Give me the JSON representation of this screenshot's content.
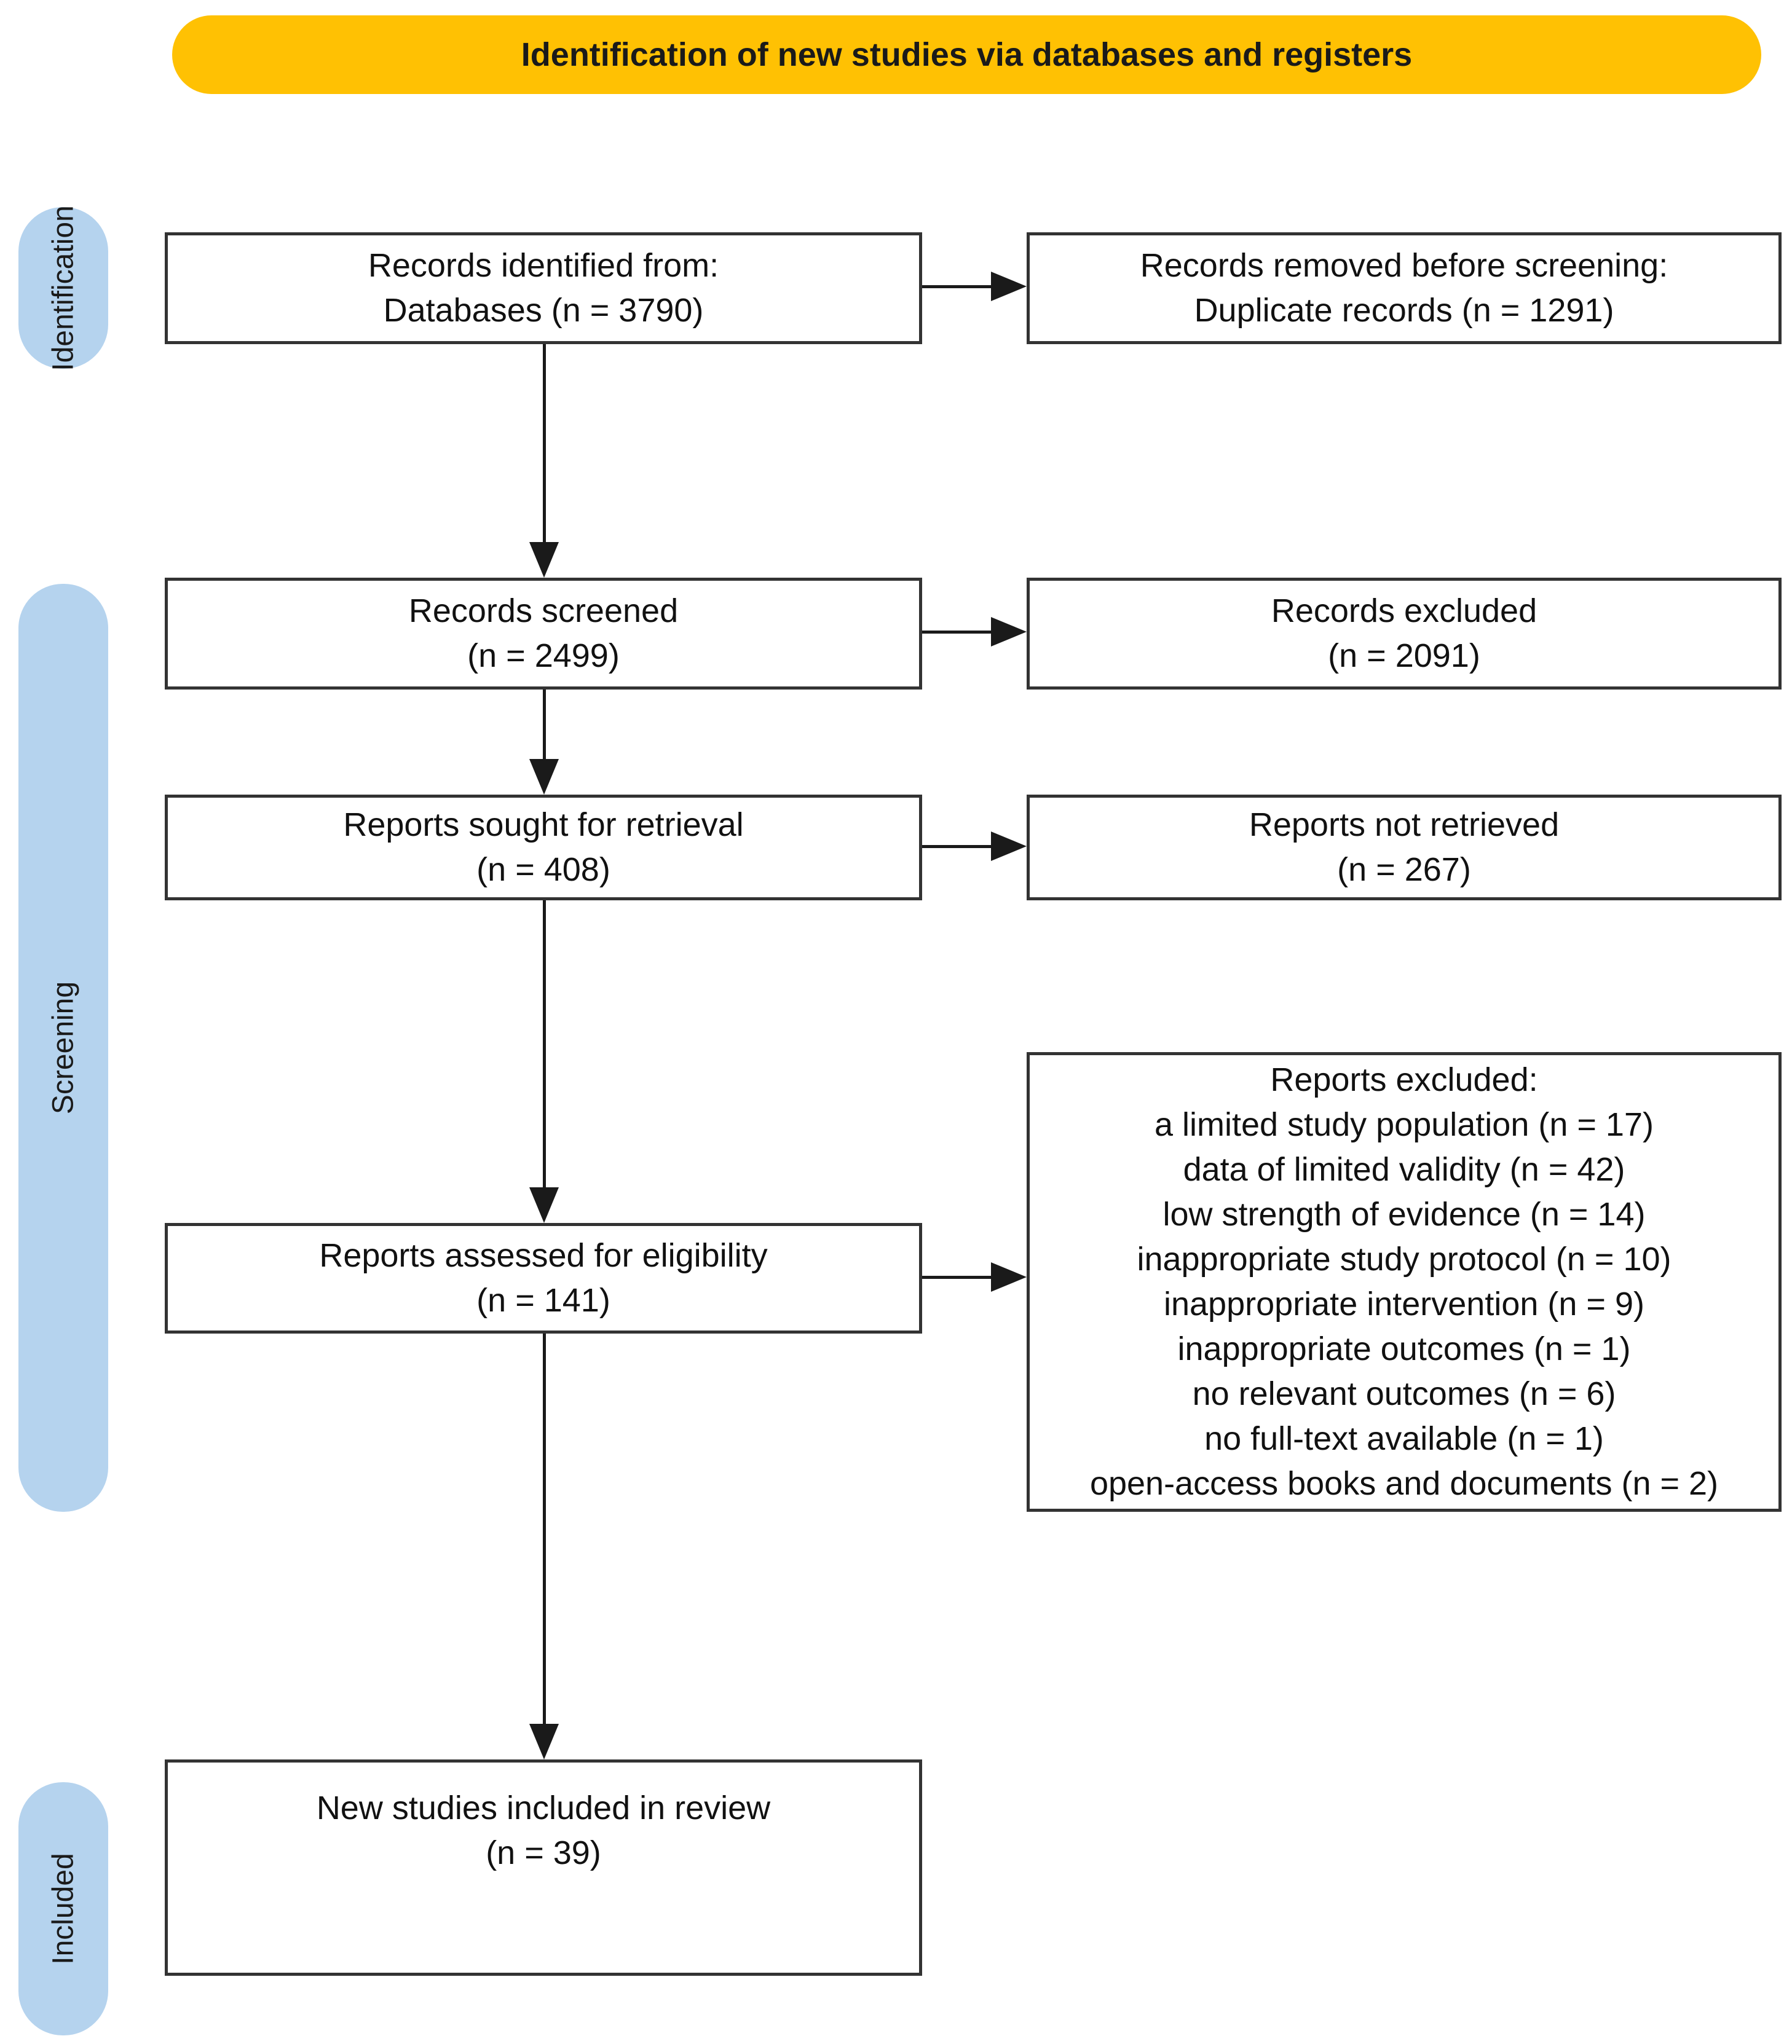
{
  "banner": {
    "label": "Identification of new studies via databases and registers"
  },
  "sidebar": {
    "stages": [
      {
        "label": "Identification"
      },
      {
        "label": "Screening"
      },
      {
        "label": "Included"
      }
    ]
  },
  "boxes": [
    {
      "id": "records-identified",
      "lines": [
        "Records identified from:",
        "Databases (n = 3790)"
      ]
    },
    {
      "id": "records-removed",
      "lines": [
        "Records removed before screening:",
        "Duplicate records (n = 1291)"
      ]
    },
    {
      "id": "records-screened",
      "lines": [
        "Records screened",
        "(n = 2499)"
      ]
    },
    {
      "id": "records-excluded",
      "lines": [
        "Records excluded",
        "(n = 2091)"
      ]
    },
    {
      "id": "reports-sought",
      "lines": [
        "Reports sought for retrieval",
        "(n = 408)"
      ]
    },
    {
      "id": "reports-not-retrieved",
      "lines": [
        "Reports not retrieved",
        "(n = 267)"
      ]
    },
    {
      "id": "reports-assessed",
      "lines": [
        "Reports assessed for eligibility",
        "(n = 141)"
      ]
    },
    {
      "id": "reports-excluded",
      "lines": [
        "Reports excluded:",
        "a limited study population (n = 17)",
        "data of limited validity (n = 42)",
        "low strength of evidence (n = 14)",
        "inappropriate study protocol (n = 10)",
        "inappropriate intervention (n = 9)",
        "inappropriate outcomes (n = 1)",
        "no relevant outcomes (n = 6)",
        "no full-text available (n = 1)",
        "open-access books and documents (n = 2)"
      ]
    },
    {
      "id": "new-studies-included",
      "lines": [
        "New studies included in review",
        "(n = 39)"
      ]
    }
  ],
  "colors": {
    "banner_bg": "#FFC103",
    "stage_pill_bg": "#B5D3EE",
    "box_border": "#333333",
    "arrow": "#1A1A1A",
    "text": "#111111",
    "background": "#FFFFFF"
  }
}
